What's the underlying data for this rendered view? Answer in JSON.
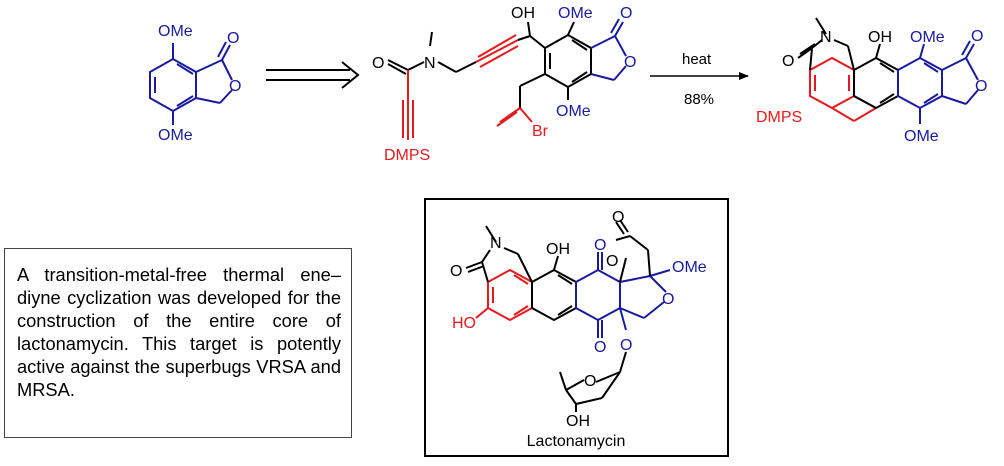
{
  "scheme": {
    "reactant": {
      "substituent_top": "OMe",
      "substituent_bottom": "OMe",
      "ring_oxygen": "O",
      "carbonyl_oxygen": "O"
    },
    "intermediate": {
      "amide_oxygen": "O",
      "amine_nitrogen": "N",
      "alkyne_silyl": "DMPS",
      "hydroxyl": "OH",
      "methoxy_top": "OMe",
      "methoxy_bottom": "OMe",
      "ring_oxygen": "O",
      "carbonyl_oxygen": "O",
      "bromine": "Br"
    },
    "conditions": {
      "above_arrow": "heat",
      "below_arrow": "88%"
    },
    "product": {
      "nitrogen": "N",
      "lactam_oxygen": "O",
      "hydroxyl": "OH",
      "methoxy_top": "OMe",
      "methoxy_bottom": "OMe",
      "ring_oxygen": "O",
      "carbonyl_oxygen": "O",
      "silyl_label": "DMPS"
    }
  },
  "target": {
    "name": "Lactonamycin",
    "labels": {
      "nitrogen": "N",
      "lactam_oxygen": "O",
      "hydroxyl_top": "OH",
      "phenol": "HO",
      "quinone_oxygen_top": "O",
      "quinone_oxygen_bottom": "O",
      "lactone_carbonyl_oxygen": "O",
      "lactone_ring_oxygen": "O",
      "methoxy": "OMe",
      "furan_oxygen": "O",
      "glycosidic_oxygen": "O",
      "sugar_ring_oxygen": "O",
      "sugar_hydroxyl": "OH"
    }
  },
  "description": "A transition-metal-free thermal ene–diyne cyclization was developed for the construction of the entire core of lactonamycin. This target is potently active against the superbugs VRSA and MRSA.",
  "colors": {
    "blue": "#1a1aa0",
    "red": "#e8191c",
    "black": "#000000"
  }
}
